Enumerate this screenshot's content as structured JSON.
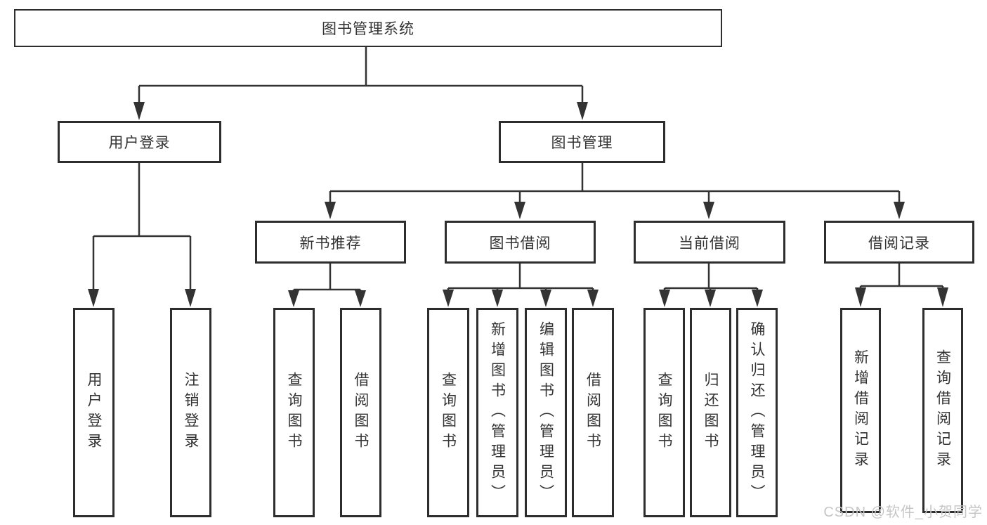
{
  "diagram_title": "图书管理系统",
  "watermark": "CSDN @软件_小贺同学",
  "colors": {
    "line": "#333333",
    "box_border": "#2d2d2d",
    "text": "#333333",
    "watermark": "#c6c6c6",
    "background": "#ffffff"
  },
  "tree": {
    "label": "图书管理系统",
    "children": [
      {
        "label": "用户登录",
        "children": [
          {
            "label": "用户登录"
          },
          {
            "label": "注销登录"
          }
        ]
      },
      {
        "label": "图书管理",
        "children": [
          {
            "label": "新书推荐",
            "children": [
              {
                "label": "查询图书"
              },
              {
                "label": "借阅图书"
              }
            ]
          },
          {
            "label": "图书借阅",
            "children": [
              {
                "label": "查询图书"
              },
              {
                "label": "新增图书（管理员）"
              },
              {
                "label": "编辑图书（管理员）"
              },
              {
                "label": "借阅图书"
              }
            ]
          },
          {
            "label": "当前借阅",
            "children": [
              {
                "label": "查询图书"
              },
              {
                "label": "归还图书"
              },
              {
                "label": "确认归还（管理员）"
              }
            ]
          },
          {
            "label": "借阅记录",
            "children": [
              {
                "label": "新增借阅记录"
              },
              {
                "label": "查询借阅记录"
              }
            ]
          }
        ]
      }
    ]
  }
}
